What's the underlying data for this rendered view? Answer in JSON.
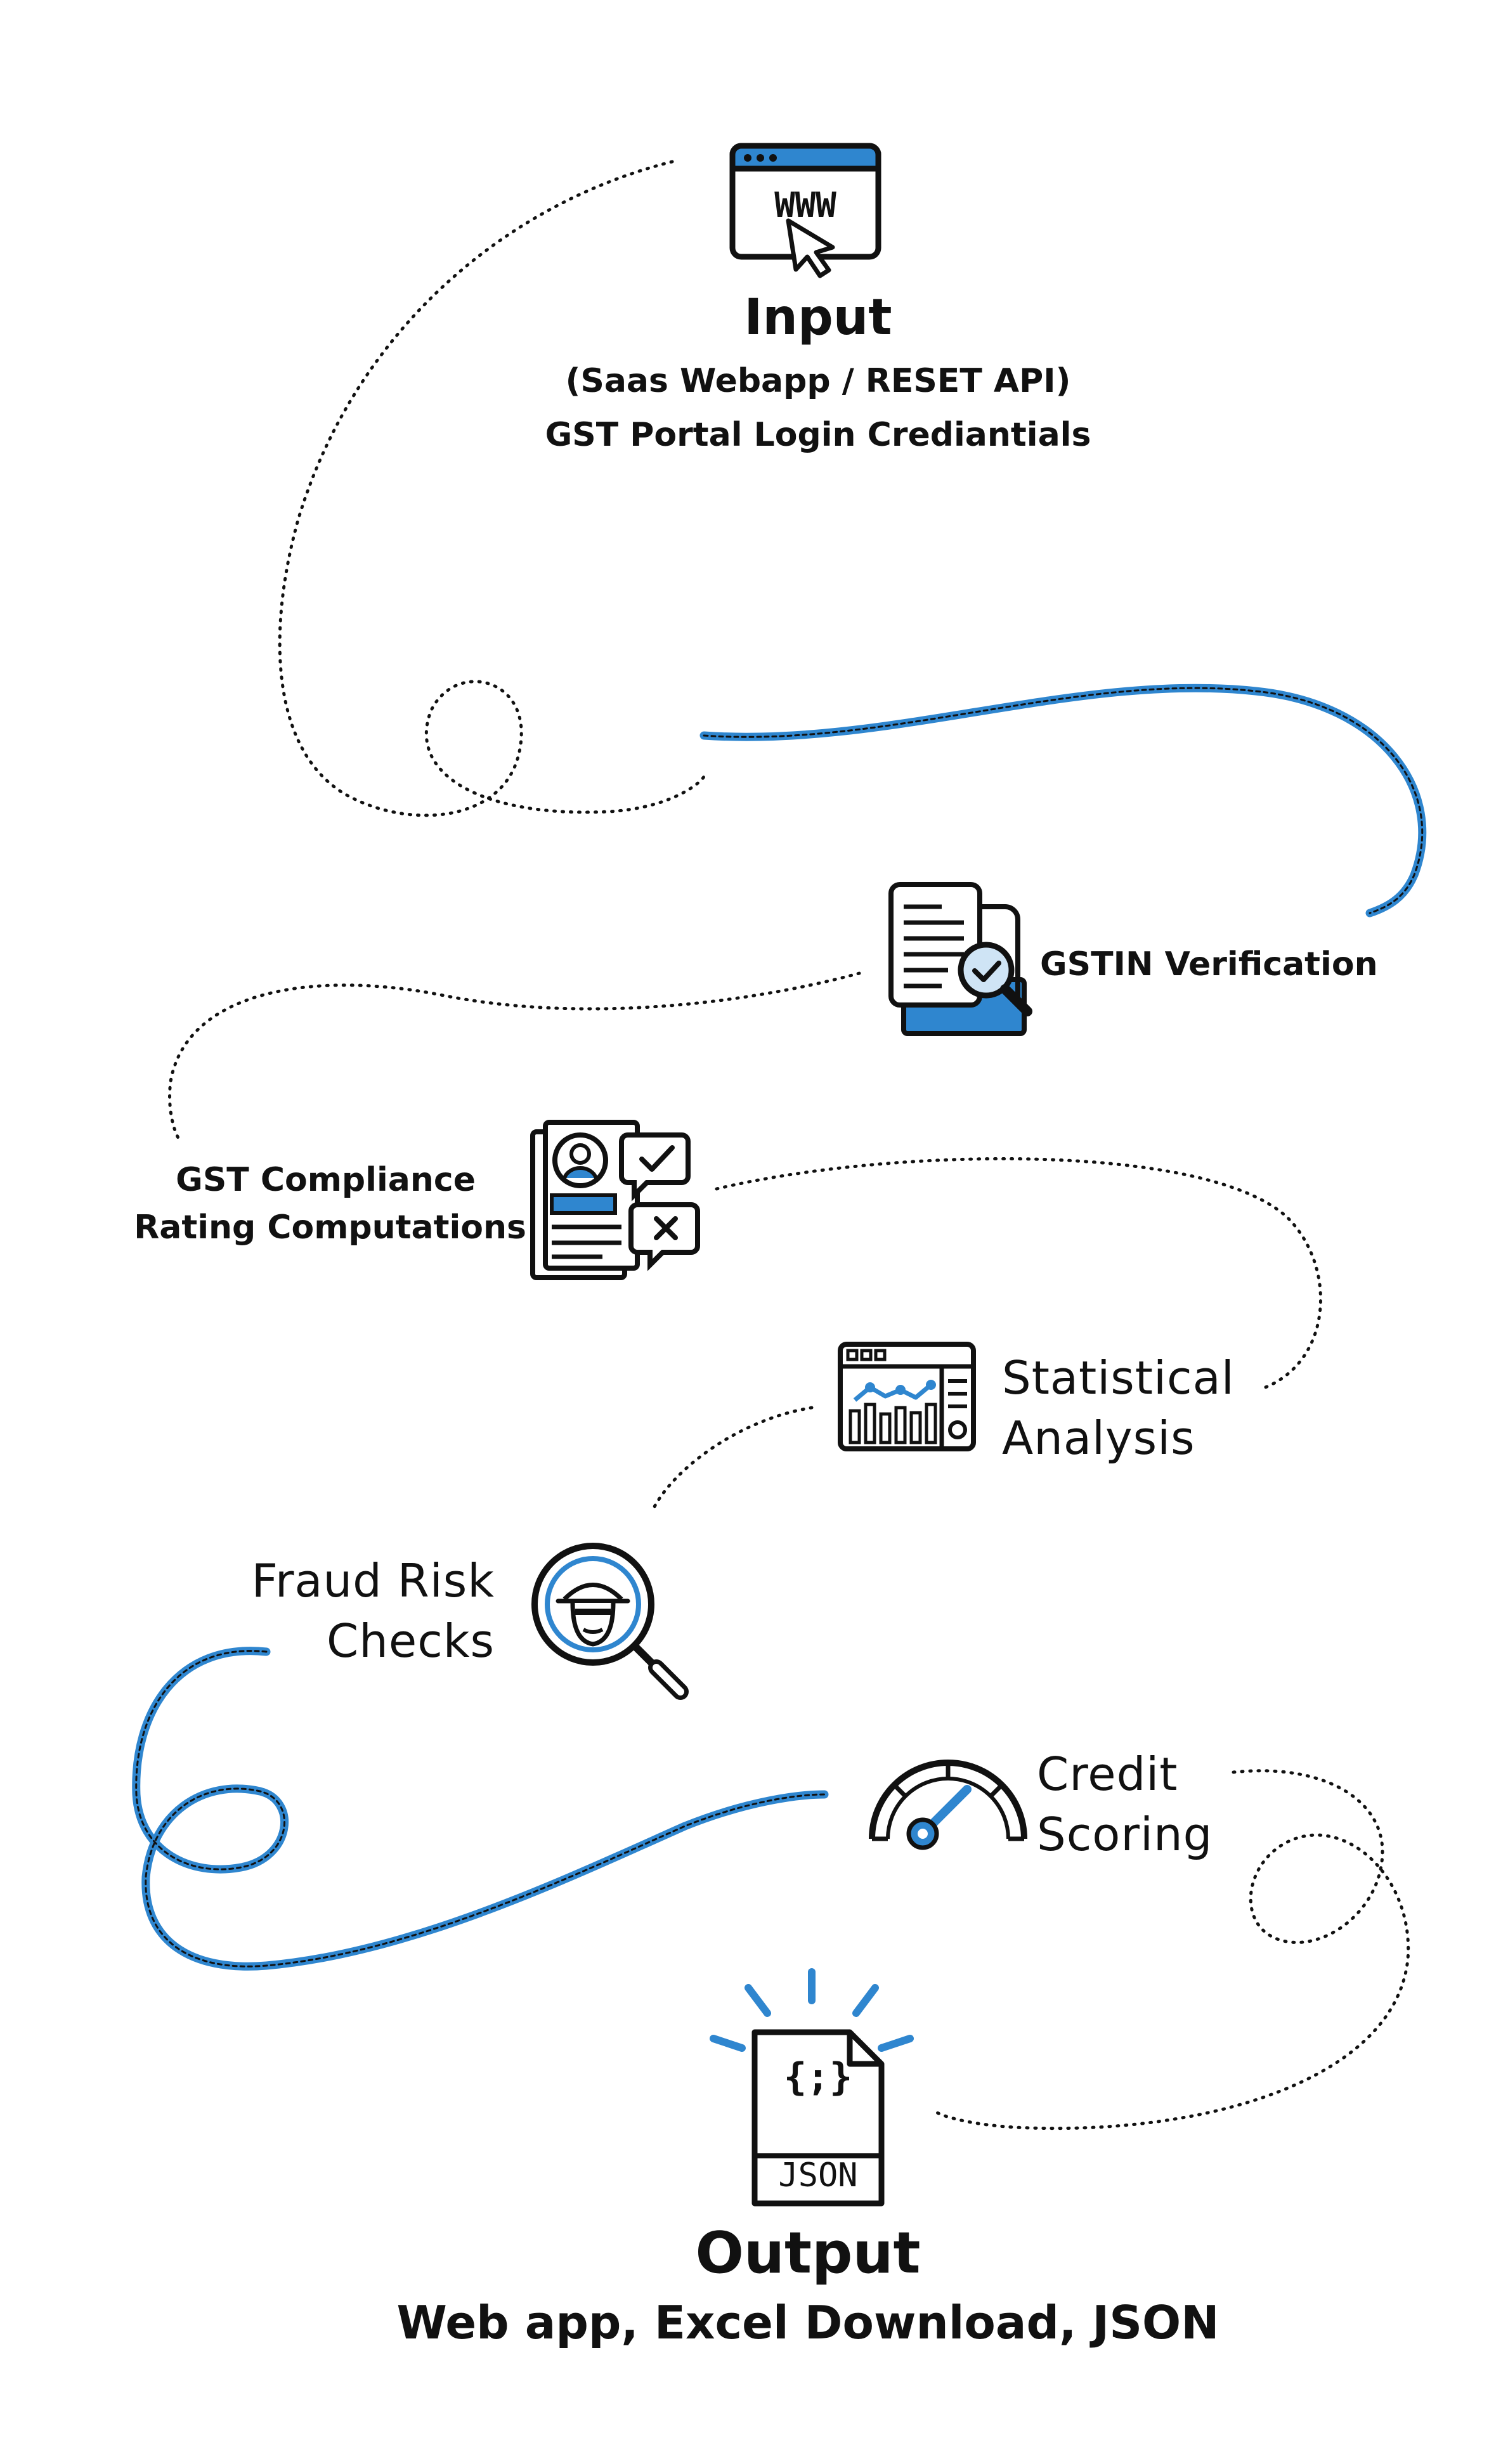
{
  "colors": {
    "accent": "#2f86cf",
    "ink": "#111111"
  },
  "input": {
    "title": "Input",
    "line1": "(Saas Webapp / RESET API)",
    "line2": "GST Portal Login Crediantials",
    "icon": "browser-www-icon"
  },
  "steps": [
    {
      "label": "GSTIN Verification",
      "icon": "document-verification-icon"
    },
    {
      "label_line1": "GST Compliance",
      "label_line2": "Rating Computations",
      "icon": "profile-approval-icon"
    },
    {
      "label_line1": "Statistical",
      "label_line2": "Analysis",
      "icon": "dashboard-analytics-icon"
    },
    {
      "label_line1": "Fraud Risk",
      "label_line2": "Checks",
      "icon": "spy-magnifier-icon"
    },
    {
      "label_line1": "Credit",
      "label_line2": "Scoring",
      "icon": "speedometer-gauge-icon"
    }
  ],
  "output": {
    "title": "Output",
    "subtitle": "Web app, Excel Download, JSON",
    "icon": "json-file-icon",
    "file_tag": "JSON",
    "file_symbol": "{;}"
  }
}
